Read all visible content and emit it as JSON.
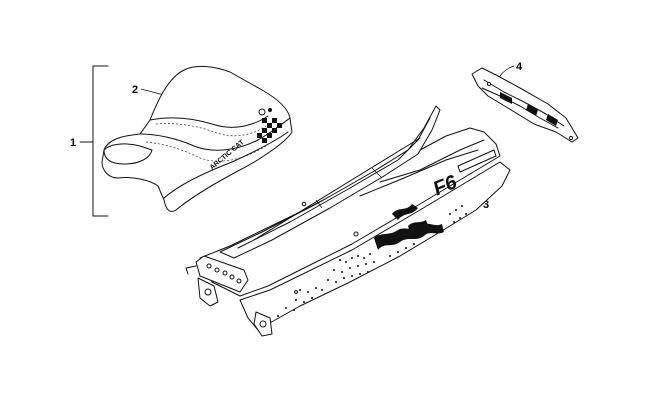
{
  "callouts": {
    "c1": "1",
    "c2": "2",
    "c3": "3",
    "c4": "4"
  },
  "decals": {
    "tunnel_model": "F6",
    "seat_brand": "ARCTIC CAT"
  }
}
